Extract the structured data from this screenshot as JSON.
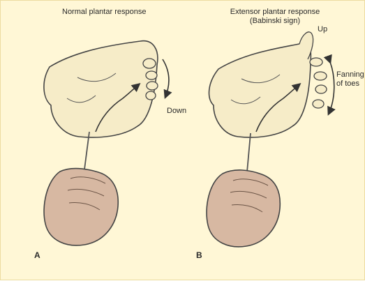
{
  "panels": [
    {
      "letter": "A",
      "title": "Normal plantar response",
      "direction": "Down"
    },
    {
      "letter": "B",
      "title_line1": "Extensor plantar response",
      "title_line2": "(Babinski sign)",
      "direction": "Up",
      "fanning_line1": "Fanning",
      "fanning_line2": "of toes"
    }
  ],
  "colors": {
    "background": "#fff7d6",
    "foot": "#f6ecc8",
    "hand": "#d7b8a2",
    "ink": "#333333"
  }
}
